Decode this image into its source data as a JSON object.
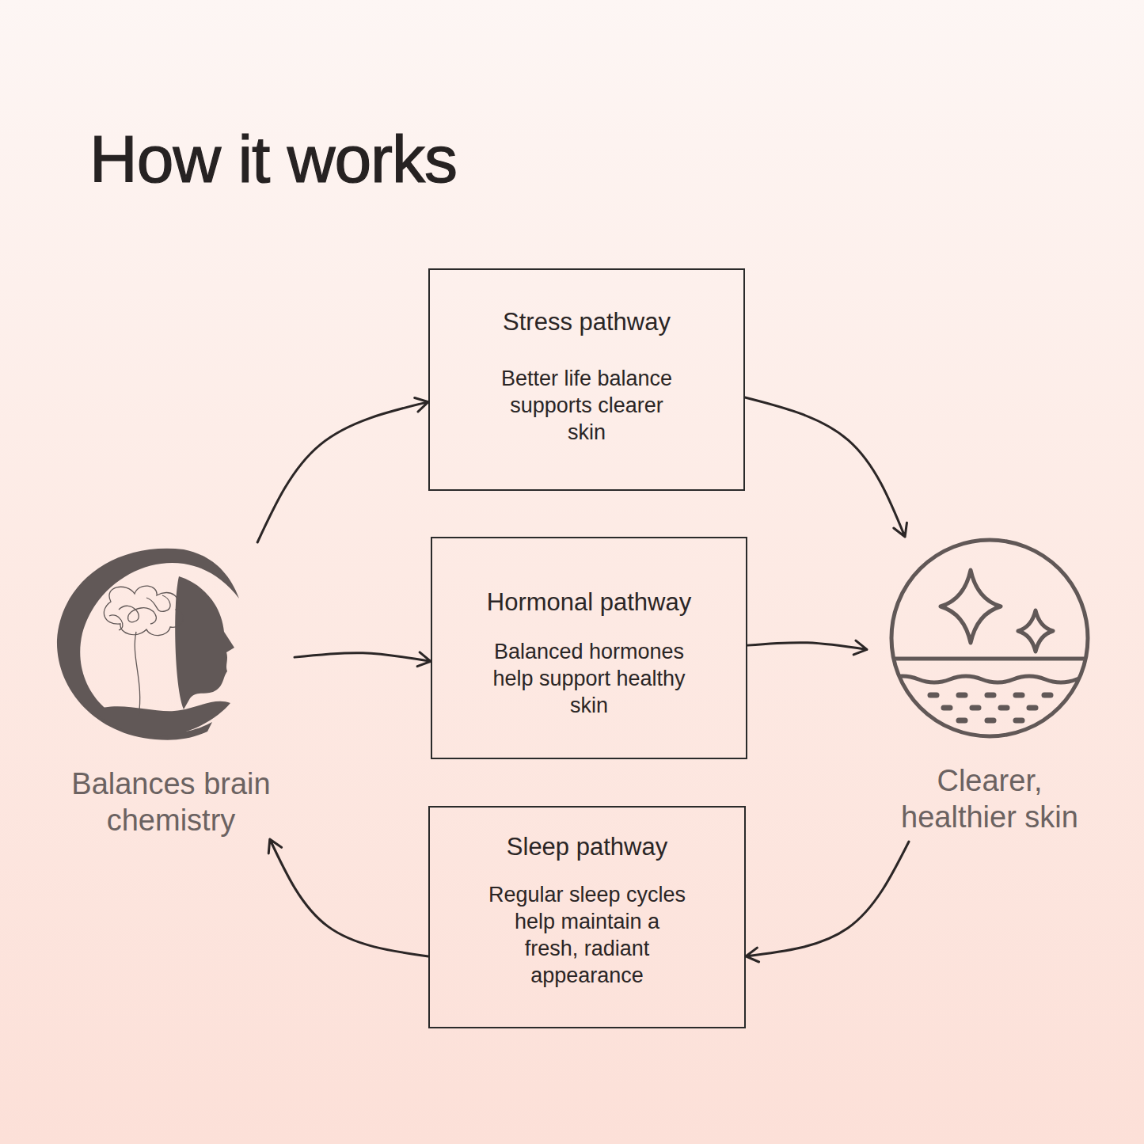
{
  "diagram": {
    "title": "How it works",
    "nodes": [
      {
        "text": [
          "Stress pathway",
          "Better life balance supports clearer skin"
        ]
      },
      {
        "text": [
          "Balances brain chemistry"
        ]
      },
      {
        "text": [
          "Hormonal pathway",
          "Balanced hormones help support healthy skin"
        ]
      },
      {
        "text": [
          "Clearer, healthier skin"
        ]
      },
      {
        "text": [
          "Sleep pathway",
          "Regular sleep cycles help maintain a fresh, radiant appearance"
        ]
      }
    ],
    "edges": [
      {
        "from": 1,
        "to": 0,
        "arrow": "to"
      },
      {
        "from": 0,
        "to": 3,
        "arrow": "to"
      },
      {
        "from": 1,
        "to": 2,
        "arrow": "to"
      },
      {
        "from": 2,
        "to": 3,
        "arrow": "to"
      },
      {
        "from": 3,
        "to": 4,
        "arrow": "to"
      },
      {
        "from": 4,
        "to": 1,
        "arrow": "to"
      }
    ]
  }
}
